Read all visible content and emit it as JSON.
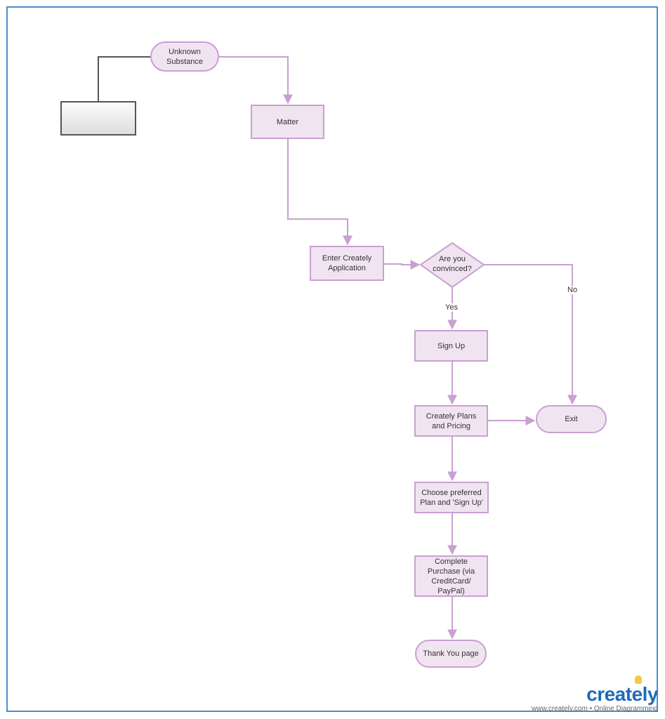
{
  "nodes": {
    "unknown_substance": "Unknown\nSubstance",
    "matter": "Matter",
    "enter_creately": "Enter Creately\nApplication",
    "are_you_convinced": "Are you\nconvinced?",
    "sign_up": "Sign Up",
    "plans_pricing": "Creately Plans\nand Pricing",
    "exit": "Exit",
    "choose_plan": "Choose preferred\nPlan and 'Sign Up'",
    "complete_purchase": "Complete\nPurchase (via\nCreditCard/\nPayPal)",
    "thank_you": "Thank You page"
  },
  "edge_labels": {
    "yes": "Yes",
    "no": "No"
  },
  "colors": {
    "node_fill": "#f1e4f1",
    "node_border": "#c9a0d2",
    "connector": "#c9a0d2",
    "frame": "#4a8fd0",
    "brand": "#1e6bb8"
  },
  "watermark": {
    "logo": "creately",
    "tagline": "www.creately.com • Online Diagramming"
  }
}
